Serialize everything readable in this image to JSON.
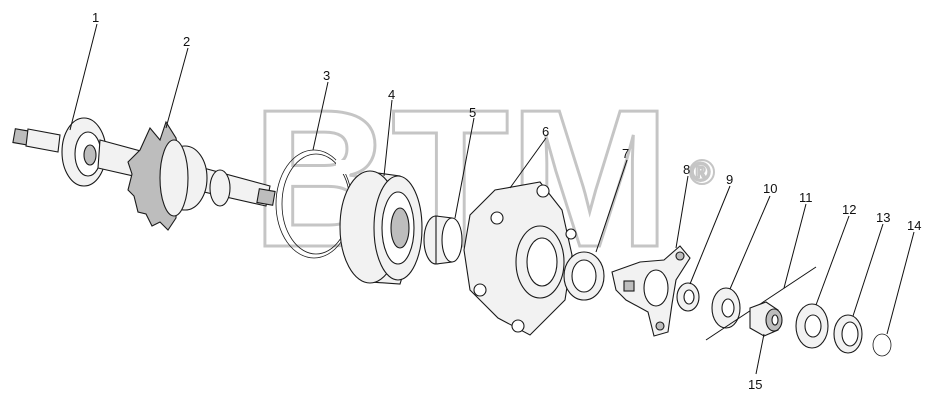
{
  "watermark": {
    "text": "BTM",
    "registered_mark": "®"
  },
  "callouts": [
    {
      "label": "1"
    },
    {
      "label": "2"
    },
    {
      "label": "3"
    },
    {
      "label": "4"
    },
    {
      "label": "5"
    },
    {
      "label": "6"
    },
    {
      "label": "7"
    },
    {
      "label": "8"
    },
    {
      "label": "9"
    },
    {
      "label": "10"
    },
    {
      "label": "11"
    },
    {
      "label": "12"
    },
    {
      "label": "13"
    },
    {
      "label": "14"
    },
    {
      "label": "15"
    }
  ],
  "colors": {
    "line": "#1a1a1a",
    "watermark": "#bfbfbf",
    "background": "#ffffff"
  }
}
